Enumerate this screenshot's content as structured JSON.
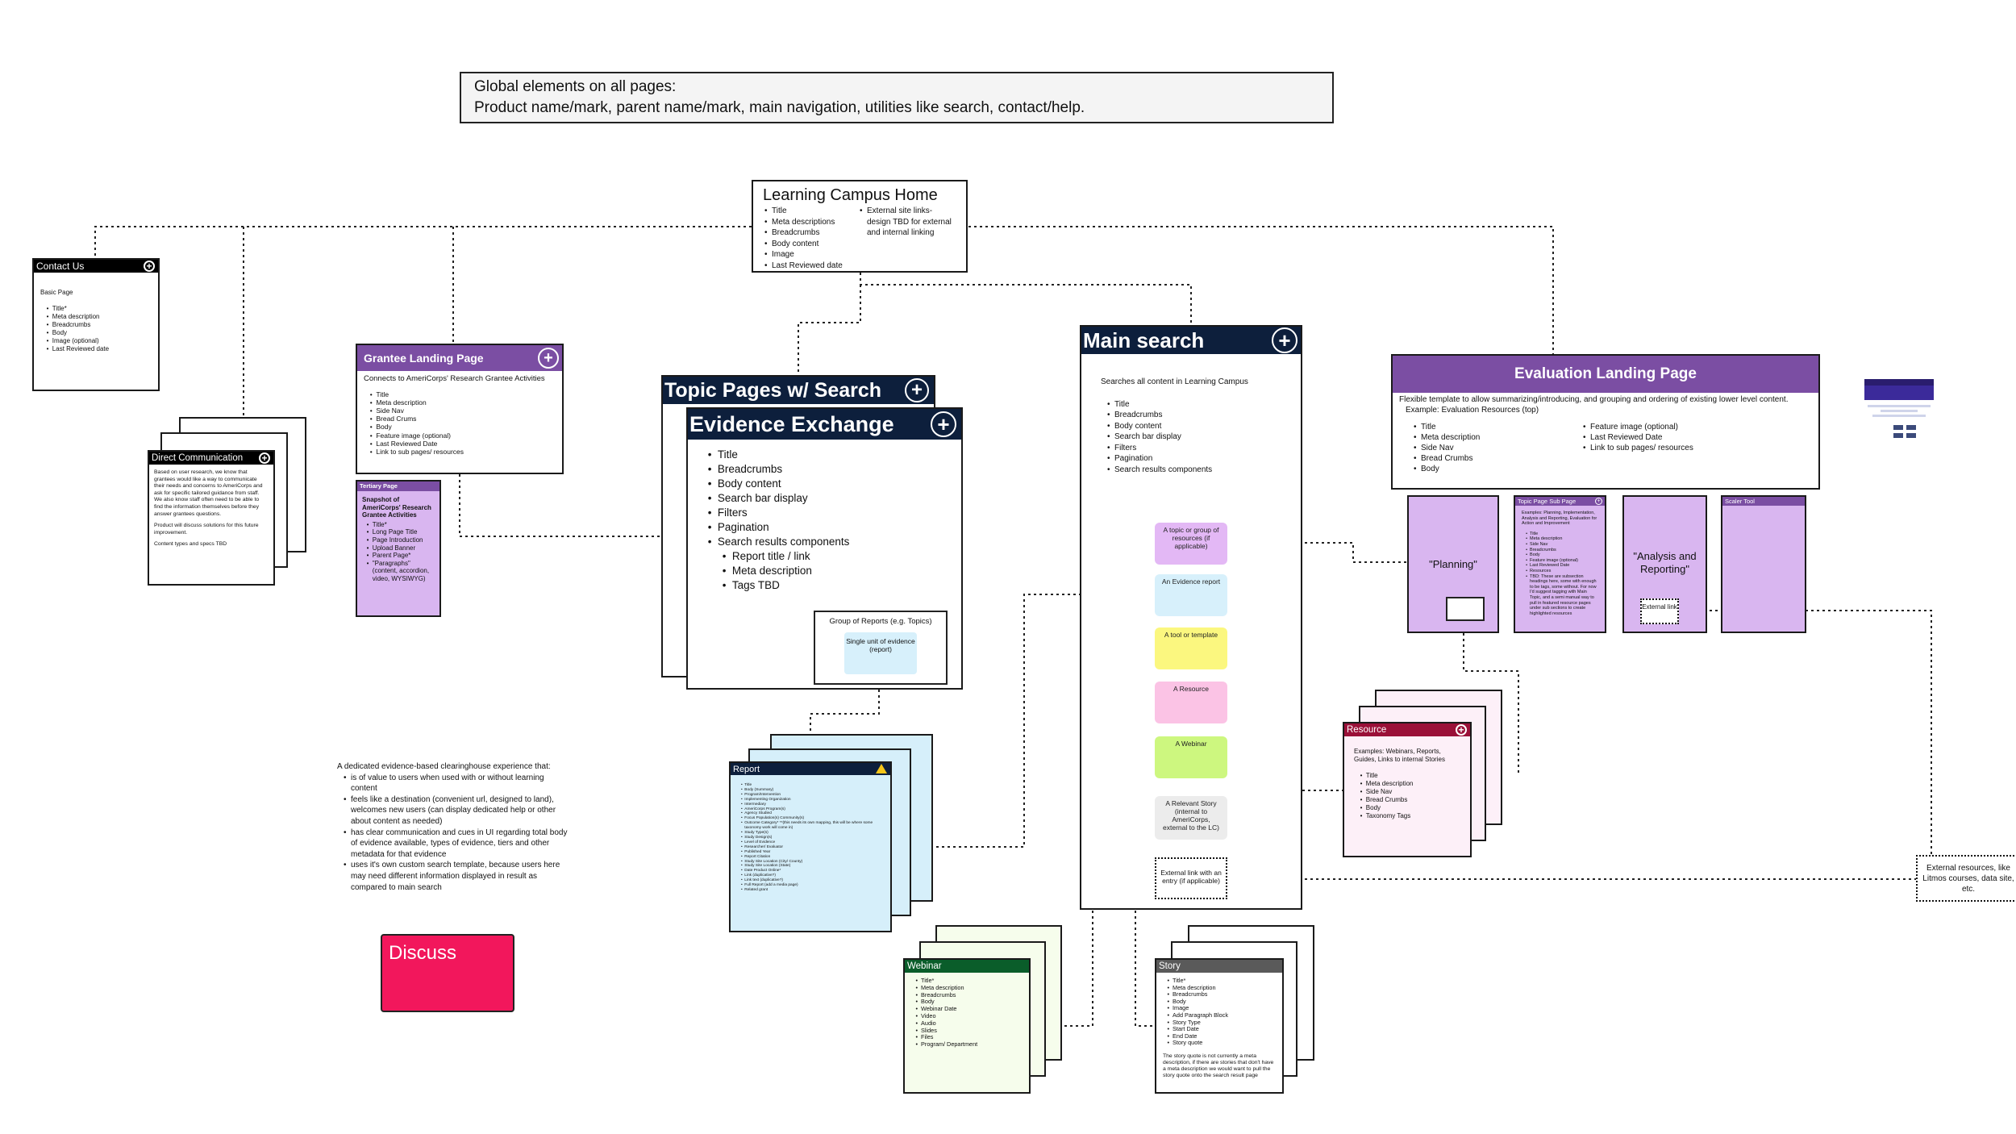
{
  "global_box": {
    "line1": "Global elements on all pages:",
    "line2": "Product name/mark, parent name/mark, main navigation, utilities like search, contact/help."
  },
  "home": {
    "title": "Learning Campus Home",
    "left_items": [
      "Title",
      "Meta descriptions",
      "Breadcrumbs",
      "Body content",
      "Image",
      "Last Reviewed date"
    ],
    "right_text": "External site links- design TBD for external and internal linking"
  },
  "contact": {
    "title": "Contact Us",
    "intro": "Basic Page",
    "items": [
      "Title*",
      "Meta description",
      "Breadcrumbs",
      "Body",
      "Image (optional)",
      "Last Reviewed date"
    ]
  },
  "direct_comm": {
    "title": "Direct Communication",
    "p1": "Based on user research, we know that grantees would like a way to communicate their needs and concerns to AmeriCorps and ask for specific tailored guidance from staff. We also know staff often need to be able to find the information themselves before they answer grantees questions.",
    "p2": "Product will discuss solutions for this future improvement.",
    "p3": "Content types and specs TBD"
  },
  "grantee": {
    "title": "Grantee Landing Page",
    "intro": "Connects to AmeriCorps' Research Grantee Activities",
    "items": [
      "Title",
      "Meta description",
      "Side Nav",
      "Bread Crums",
      "Body",
      "Feature image (optional)",
      "Last Reviewed Date",
      "Link to sub pages/ resources"
    ]
  },
  "tertiary": {
    "title": "Tertiary Page",
    "intro": "Snapshot of AmeriCorps' Research Grantee Activities",
    "items": [
      "Title*",
      "Long Page Title",
      "Page Introduction",
      "Upload Banner",
      "Parent Page*",
      "\"Paragraphs\" (content, accordion, video, WYSIWYG)"
    ]
  },
  "topic": {
    "title": "Topic Pages w/ Search"
  },
  "evidence": {
    "title": "Evidence Exchange",
    "items": [
      "Title",
      "Breadcrumbs",
      "Body content",
      "Search bar display",
      "Filters",
      "Pagination",
      "Search results components"
    ],
    "subitems": [
      "Report title / link",
      "Meta description",
      "Tags TBD"
    ],
    "group_label": "Group of Reports (e.g. Topics)",
    "unit_label": "Single unit of evidence (report)"
  },
  "main_search": {
    "title": "Main search",
    "intro": "Searches all content in Learning Campus",
    "items": [
      "Title",
      "Breadcrumbs",
      "Body content",
      "Search bar display",
      "Filters",
      "Pagination",
      "Search results components"
    ]
  },
  "stickies": [
    {
      "label": "A topic or group of resources (if applicable)",
      "color": "#e3b8f5"
    },
    {
      "label": "An Evidence report",
      "color": "#d7f0fb"
    },
    {
      "label": "A tool or template",
      "color": "#fbf77f"
    },
    {
      "label": "A Resource",
      "color": "#fbc3e5"
    },
    {
      "label": "A Webinar",
      "color": "#cdf77f"
    },
    {
      "label": "A Relevant Story (internal to AmeriCorps, external to the LC)",
      "color": "#ececec"
    }
  ],
  "external_link": "External link with an entry (if applicable)",
  "evaluation": {
    "title": "Evaluation Landing Page",
    "intro1": "Flexible template to allow summarizing/introducing, and grouping and ordering of existing lower level content.",
    "intro2": "Example: Evaluation Resources (top)",
    "left_items": [
      "Title",
      "Meta description",
      "Side Nav",
      "Bread Crumbs",
      "Body"
    ],
    "right_items": [
      "Feature image (optional)",
      "Last Reviewed Date",
      "Link to sub pages/ resources"
    ]
  },
  "eval_children": {
    "planning": "\"Planning\"",
    "topic_sub_title": "Topic Page Sub Page",
    "topic_sub_intro": "Examples: Planning, Implementation, Analysis and Reporting, Evaluation for Action and Improvement",
    "topic_sub_items": [
      "Title",
      "Meta description",
      "Side Nav",
      "Breadcrumbs",
      "Body",
      "Feature image (optional)",
      "Last Reviewed Date",
      "Resources",
      "TBD: These are subsection headings here, some with enough to be tags, some without. For now I'd suggest tagging with Main Topic, and a semi manual way to pull in featured resource pages under sub sections to create highlighted resources"
    ],
    "analysis": "\"Analysis and Reporting\"",
    "external_mini": "External link",
    "scaler_title": "Scaler Tool"
  },
  "resource": {
    "title": "Resource",
    "intro": "Examples: Webinars, Reports, Guides, Links to internal Stories",
    "items": [
      "Title",
      "Meta description",
      "Side Nav",
      "Bread Crumbs",
      "Body",
      "Taxonomy Tags"
    ]
  },
  "report": {
    "title": "Report",
    "items": [
      "Title",
      "Body (Summary)",
      "Program/Intervention",
      "Implementing Organization",
      "Intermediary",
      "AmeriCorps Program(s)",
      "Agency Studied",
      "Focus Population(s) Community(s)",
      "Outcome Category* **(this needs its own mapping, this will be where some taxonomy work will come in)",
      "Study Type(s)",
      "Study Design(s)",
      "Level of Evidence",
      "Researcher/ Evaluator",
      "Published Year",
      "Report Citation",
      "Study Site Location (City/ County)",
      "Study Site Location (State)",
      "Date Product Online*",
      "Link (duplicative?)",
      "Link text (duplicative?)",
      "Full Report (add a media page)",
      "Related grant"
    ]
  },
  "clearinghouse": {
    "intro": "A dedicated evidence-based clearinghouse experience that:",
    "items": [
      "is of value to users when used with or without learning content",
      "feels like a destination (convenient url, designed to land), welcomes new users (can display dedicated help or other about content as needed)",
      "has clear communication and cues in UI regarding total body of evidence available, types of evidence, tiers and other metadata for that evidence",
      "uses it's own custom search template, because users here may need different information displayed in result as compared to main search"
    ]
  },
  "discuss": {
    "label": "Discuss",
    "color": "#f2175c"
  },
  "webinar": {
    "title": "Webinar",
    "items": [
      "Title*",
      "Meta description",
      "Breadcrumbs",
      "Body",
      "Webinar Date",
      "Video",
      "Audio",
      "Slides",
      "Files",
      "Program/ Department"
    ]
  },
  "story": {
    "title": "Story",
    "items": [
      "Title*",
      "Meta description",
      "Breadcrumbs",
      "Body",
      "Image",
      "Add Paragraph Block",
      "Story Type",
      "Start Date",
      "End Date",
      "Story quote"
    ],
    "note": "The story quote is not currently a meta description, if there are stories that don't have a meta description we would want to pull the story quote onto the search result page"
  },
  "external_resources": "External resources, like Litmos courses, data site, etc.",
  "colors": {
    "navy": "#0d1f3c",
    "purple": "#7b4ea3",
    "lavender_card": "#d9b6f0",
    "resource_red": "#9a1038",
    "report_blue": "#d6effa",
    "webinar_green": "#0a5d2a",
    "story_gray": "#5a5a5a"
  }
}
